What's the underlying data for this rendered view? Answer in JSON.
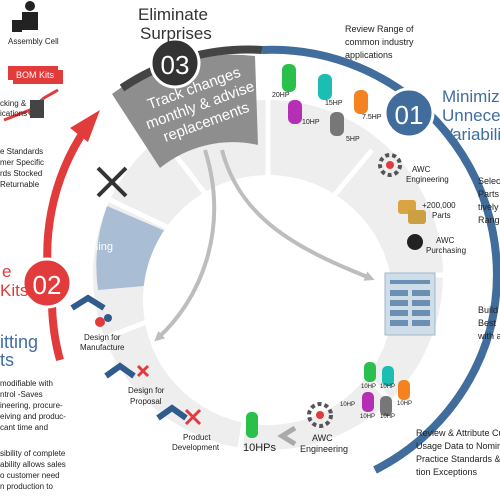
{
  "colors": {
    "blue": "#416d9c",
    "red": "#e23b3b",
    "dark": "#444444",
    "grey_band": "#8c8c8c",
    "light_grey": "#e8e8e8",
    "purchasing_blue": "#a7bcd4",
    "chevron_blue": "#2f5c8c"
  },
  "stage3": {
    "number": "03",
    "title_line1": "Eliminate",
    "title_line2": "Surprises",
    "band_line1": "Track changes",
    "band_line2": "monthly & advise",
    "band_line3": "replacements"
  },
  "stage1": {
    "number": "01",
    "heading_lines": [
      "Minimize",
      "Unneces",
      "Variabili"
    ],
    "review_lines": [
      "Review Range of",
      "common industry",
      "applications"
    ],
    "hp_labels": [
      "20HP",
      "15HP",
      "7.5HP",
      "10HP",
      "5HP"
    ],
    "awc_engineering": "AWC\nEngineering",
    "awc_engineering_lines": [
      "AWC",
      "Engineering"
    ],
    "parts_lines": [
      "+200,000",
      "Parts"
    ],
    "awc_purchasing_lines": [
      "AWC",
      "Purchasing"
    ],
    "select_lines": [
      "Selec",
      "Parts",
      "tively",
      "Range"
    ],
    "build_lines": [
      "Build",
      "Best",
      "with a"
    ]
  },
  "stage_bottom": {
    "hp_labels_top": [
      "10HP",
      "10HP",
      "10HP"
    ],
    "hp_labels_bottom": [
      "10HP",
      "10HP",
      "10HP"
    ],
    "awc_engineering_lines": [
      "AWC",
      "Engineering"
    ],
    "tenhps": "10HPs",
    "review_lines": [
      "Review & Attribute Cu",
      "Usage Data to Nomin",
      "Practice Standards &",
      "tion Exceptions"
    ]
  },
  "stage2": {
    "number": "02",
    "label_lines": [
      "e",
      "Kits"
    ],
    "purchasing": "Purchasing",
    "heading_lines": [
      "itting",
      "ts"
    ],
    "items": [
      {
        "label_lines": [
          "Design for",
          "Manufacture"
        ]
      },
      {
        "label_lines": [
          "Design for",
          "Proposal"
        ]
      },
      {
        "label_lines": [
          "Product",
          "Development"
        ]
      }
    ]
  },
  "left_top": {
    "assembly_cell": "Assembly Cell",
    "bom_kits": "BOM Kits",
    "picking_lines": [
      "cking &",
      "ications"
    ]
  },
  "left_text_upper": [
    "e Standards",
    "mer Specific",
    "rds Stocked",
    "Returnable"
  ],
  "left_text_lower": [
    "modifiable with",
    "ntrol -Saves",
    "ineering, procure-",
    "eiving and produc-",
    "cant time and",
    "",
    "sibility of complete",
    "ability allows sales",
    "o customer need",
    "n production to"
  ]
}
